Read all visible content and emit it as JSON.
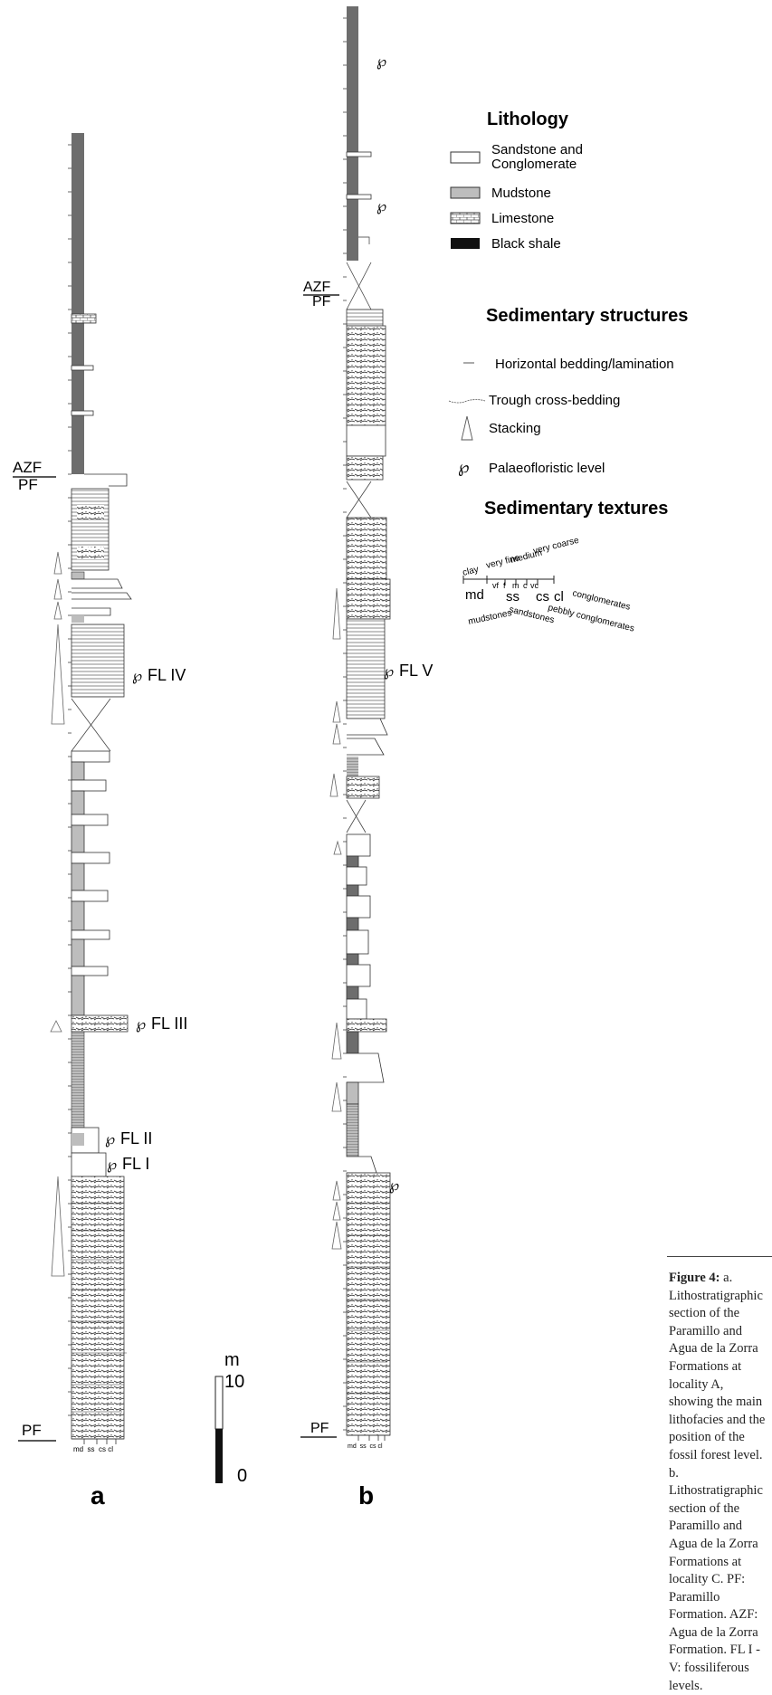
{
  "legend": {
    "lithology_title": "Lithology",
    "lithology_items": [
      {
        "label_lines": [
          "Sandstone and",
          "Conglomerate"
        ],
        "color": "#ffffff"
      },
      {
        "label_lines": [
          "Mudstone"
        ],
        "color": "#bdbdbd"
      },
      {
        "label_lines": [
          "Limestone"
        ],
        "color": "#ffffff"
      },
      {
        "label_lines": [
          "Black shale"
        ],
        "color": "#111111"
      }
    ],
    "structures_title": "Sedimentary structures",
    "structures_items": [
      {
        "label": "Horizontal bedding/lamination"
      },
      {
        "label": "Trough cross-bedding"
      },
      {
        "label": "Stacking"
      },
      {
        "label": "Palaeofloristic level"
      }
    ],
    "textures_title": "Sedimentary textures",
    "texture_top_labels": [
      "clay",
      "very fine",
      "medium",
      "very coarse"
    ],
    "texture_mid_labels": [
      "vf",
      "f",
      "m",
      "c",
      "vc"
    ],
    "texture_codes": [
      "md",
      "ss",
      "cs",
      "cl"
    ],
    "texture_bottom_labels": [
      "mudstones",
      "sandstones",
      "pebbly conglomerates",
      "conglomerates"
    ]
  },
  "section_a": {
    "label": "a",
    "formation_top": "AZF",
    "formation_bottom": "PF",
    "base_label": "PF",
    "grain_axis": "md  ss  cs cl",
    "fossil_levels": [
      "FL IV",
      "FL III",
      "FL II",
      "FL I"
    ]
  },
  "section_b": {
    "label": "b",
    "formation_top": "AZF",
    "formation_bottom": "PF",
    "base_label": "PF",
    "grain_axis": "md  ss  cs cl",
    "fossil_levels": [
      "FL V"
    ]
  },
  "scale": {
    "unit": "m",
    "top": "10",
    "bottom": "0"
  },
  "caption": {
    "figure_label": "Figure 4:",
    "text": " a. Lithostratigraphic section of the Paramillo and Agua de la Zorra Formations at locality A, showing the main lithofacies and the position of the fossil forest level. b. Lithostratigraphic section of the Paramillo and Agua de la Zorra Formations at locality C. PF: Paramillo Formation. AZF: Agua de la Zorra Formation. FL I - V: fossiliferous levels."
  },
  "colors": {
    "mudstone": "#6d6d6d",
    "mud_grey": "#bdbdbd",
    "black_shale": "#111111",
    "line": "#333333"
  }
}
